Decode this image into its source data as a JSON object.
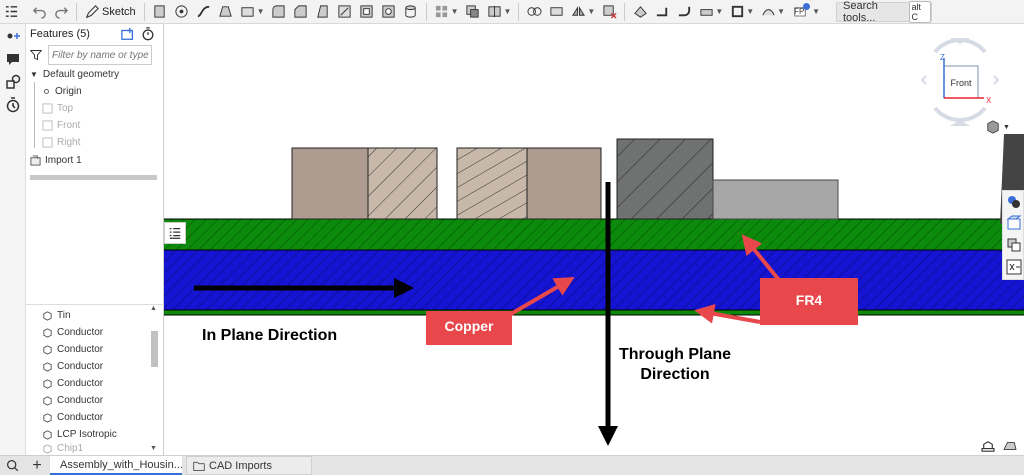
{
  "toolbar": {
    "sketch_label": "Sketch",
    "search_label": "Search tools...",
    "search_kbd": "alt C",
    "fp_badge": "FP"
  },
  "feature_panel": {
    "title": "Features (5)",
    "filter_placeholder": "Filter by name or type",
    "default_geometry": "Default geometry",
    "origin": "Origin",
    "planes": [
      "Top",
      "Front",
      "Right"
    ],
    "import": "Import 1"
  },
  "parts": [
    "Tin",
    "Conductor",
    "Conductor",
    "Conductor",
    "Conductor",
    "Conductor",
    "Conductor",
    "LCP Isotropic",
    "Chip1"
  ],
  "viewport": {
    "annotations": {
      "in_plane": "In Plane Direction",
      "copper": "Copper",
      "fr4": "FR4",
      "through_plane_1": "Through Plane",
      "through_plane_2": "Direction"
    },
    "view_cube_label": "Front",
    "axis_z": "Z",
    "axis_x": "X"
  },
  "colors": {
    "fr4_green": "#0b8a0b",
    "copper_blue": "#1414d2",
    "callout_red": "#e8474b",
    "accent_blue": "#3a6fd8"
  },
  "tabs": {
    "assembly": "Assembly_with_Housin...",
    "cad_imports": "CAD Imports"
  }
}
